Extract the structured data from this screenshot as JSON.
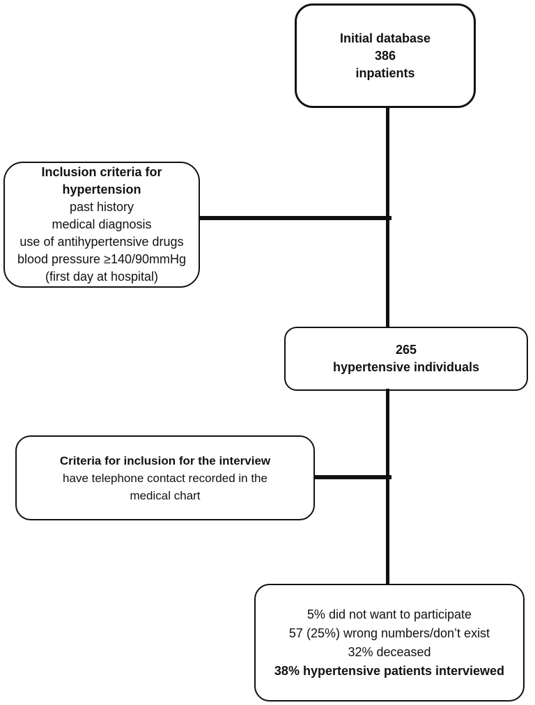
{
  "colors": {
    "ink": "#111111",
    "background": "#ffffff"
  },
  "flowchart": {
    "initial_db": {
      "lines": [
        "Initial database",
        "386",
        "inpatients"
      ]
    },
    "inclusion": {
      "lines": [
        "Inclusion criteria for",
        "hypertension",
        "past history",
        "medical diagnosis",
        "use of antihypertensive drugs",
        "blood pressure ≥140/90mmHg",
        "(first day at hospital)"
      ]
    },
    "hypertensive": {
      "lines": [
        "265",
        "hypertensive individuals"
      ]
    },
    "interview": {
      "lines": [
        "Criteria for inclusion for the interview",
        "have telephone contact recorded in the",
        "medical chart"
      ]
    },
    "outcome": {
      "lines": [
        "5% did not want to participate",
        "57 (25%) wrong numbers/don’t exist",
        "32% deceased",
        "38% hypertensive patients interviewed"
      ]
    }
  }
}
